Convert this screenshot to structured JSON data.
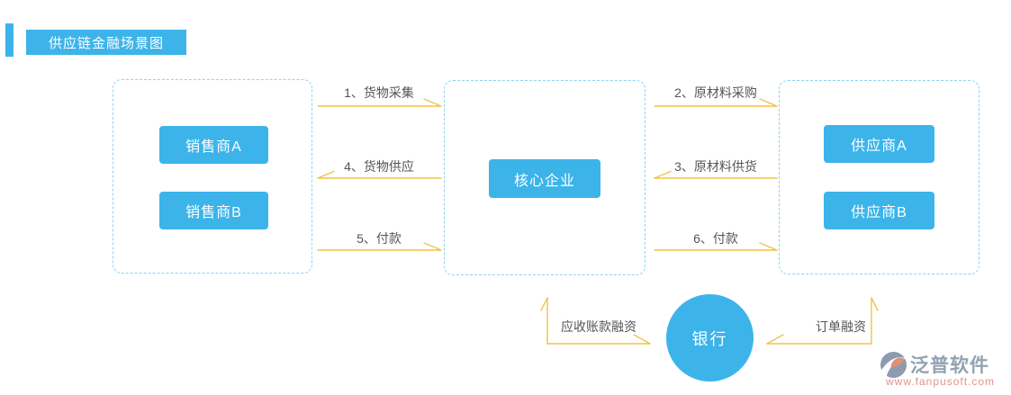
{
  "page": {
    "title": "供应链金融场景图"
  },
  "colors": {
    "primary_blue": "#3CB4EA",
    "box_dashed_border": "#8BD4F6",
    "arrow_yellow": "#F0C24B",
    "label_text": "#555555",
    "logo_text": "#93A1B3",
    "logo_url_text": "#E2938B"
  },
  "nodes": {
    "seller_a": "销售商A",
    "seller_b": "销售商B",
    "core": "核心企业",
    "supplier_a": "供应商A",
    "supplier_b": "供应商B",
    "bank": "银行"
  },
  "flows": [
    {
      "label": "1、货物采集",
      "direction": "right"
    },
    {
      "label": "4、货物供应",
      "direction": "left"
    },
    {
      "label": "5、付款",
      "direction": "right"
    },
    {
      "label": "2、原材料采购",
      "direction": "right"
    },
    {
      "label": "3、原材料供货",
      "direction": "left"
    },
    {
      "label": "6、付款",
      "direction": "right"
    }
  ],
  "bank_flows": [
    {
      "label": "应收账款融资",
      "direction": "up-and-toward-bank"
    },
    {
      "label": "订单融资",
      "direction": "up-and-toward-bank"
    }
  ],
  "logo": {
    "name": "泛普软件",
    "url": "www.fanpusoft.com"
  }
}
